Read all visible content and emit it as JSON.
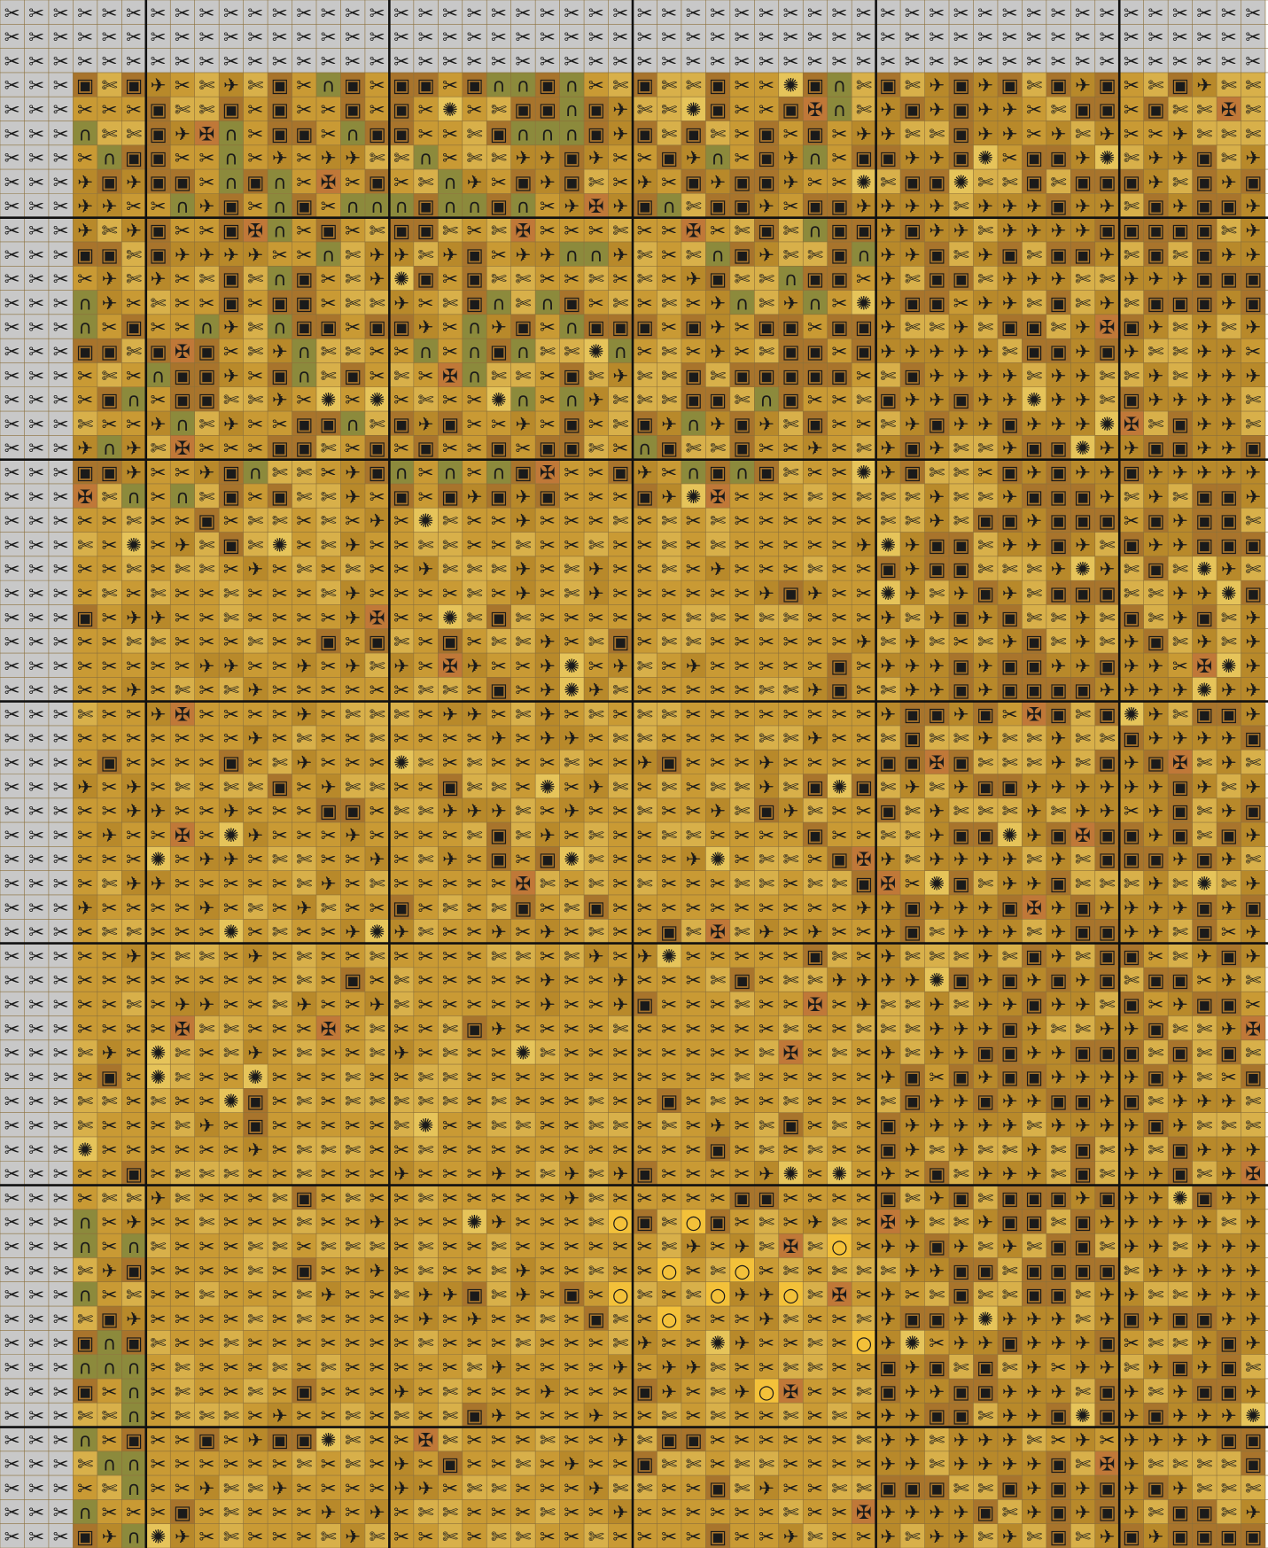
{
  "pattern": {
    "columns": 52,
    "rows": 64,
    "major_grid_every": 10,
    "grid_phase_col": 6,
    "grid_phase_row": 9,
    "unstitched_left_columns": 3,
    "unstitched_top_rows": 3,
    "colors": {
      "gold": "#c99a34",
      "light_gold": "#d8b04a",
      "mustard": "#b8892a",
      "brown": "#a8742c",
      "olive": "#8c8a3c",
      "grey": "#c8c8c8",
      "bright_yellow": "#f3c13a",
      "rust": "#c07838",
      "pale_yellow": "#e6c45a",
      "cell_line": "#8a6f3a",
      "major_line": "#111111",
      "symbol": "#1a1a1a"
    },
    "legend": [
      {
        "key": "gold",
        "symbol_name": "scissors-icon",
        "glyph": "✂"
      },
      {
        "key": "light_gold",
        "symbol_name": "scissors-alt-icon",
        "glyph": "✄"
      },
      {
        "key": "mustard",
        "symbol_name": "airplane-icon",
        "glyph": "✈"
      },
      {
        "key": "brown",
        "symbol_name": "portrait-icon",
        "glyph": "▣"
      },
      {
        "key": "olive",
        "symbol_name": "horseshoe-icon",
        "glyph": "∩"
      },
      {
        "key": "grey",
        "symbol_name": "cut-mark-icon",
        "glyph": "✂"
      },
      {
        "key": "bright_yellow",
        "symbol_name": "circle-icon",
        "glyph": "○"
      },
      {
        "key": "rust",
        "symbol_name": "cross-icon",
        "glyph": "✠"
      },
      {
        "key": "pale_yellow",
        "symbol_name": "web-icon",
        "glyph": "✺"
      }
    ]
  }
}
